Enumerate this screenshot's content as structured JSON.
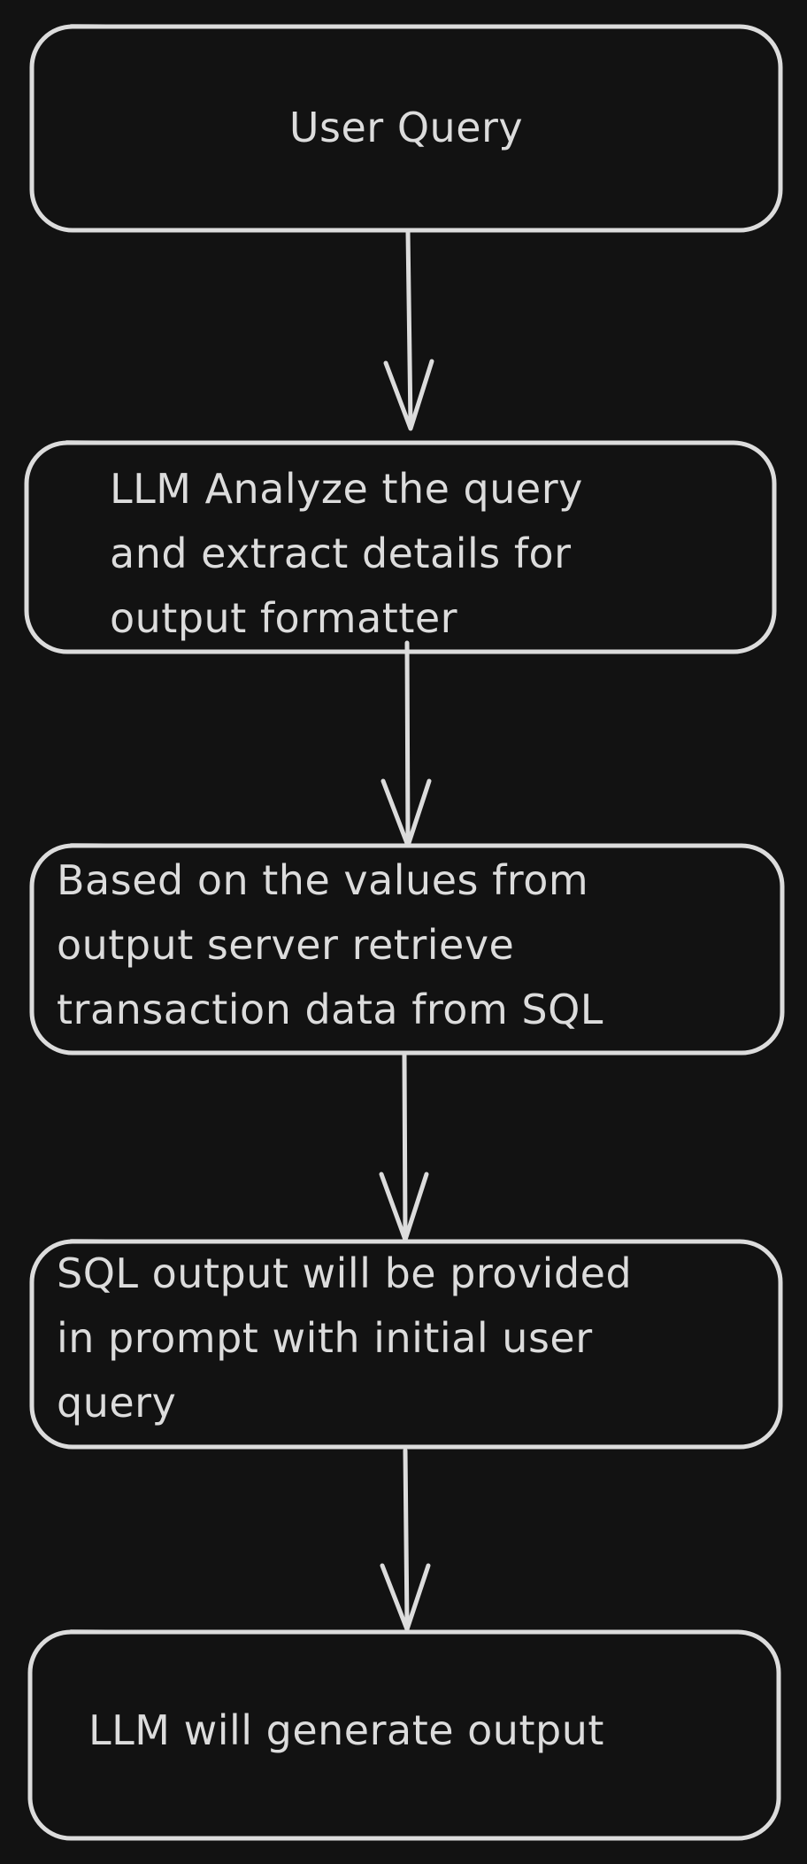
{
  "diagram": {
    "type": "flowchart",
    "direction": "top-to-bottom",
    "colors": {
      "background": "#121212",
      "stroke": "#dcdcdc",
      "text": "#dcdcdc"
    },
    "nodes": [
      {
        "id": "user-query",
        "label": "User Query"
      },
      {
        "id": "llm-analyze",
        "label": "LLM Analyze the query\nand extract details for\noutput formatter"
      },
      {
        "id": "retrieve-sql",
        "label": "Based on the values from\noutput server retrieve\ntransaction data from SQL"
      },
      {
        "id": "sql-prompt",
        "label": "SQL output will be provided\nin prompt with initial user\nquery"
      },
      {
        "id": "llm-generate",
        "label": "LLM will generate output"
      }
    ],
    "edges": [
      {
        "from": "user-query",
        "to": "llm-analyze"
      },
      {
        "from": "llm-analyze",
        "to": "retrieve-sql"
      },
      {
        "from": "retrieve-sql",
        "to": "sql-prompt"
      },
      {
        "from": "sql-prompt",
        "to": "llm-generate"
      }
    ]
  }
}
